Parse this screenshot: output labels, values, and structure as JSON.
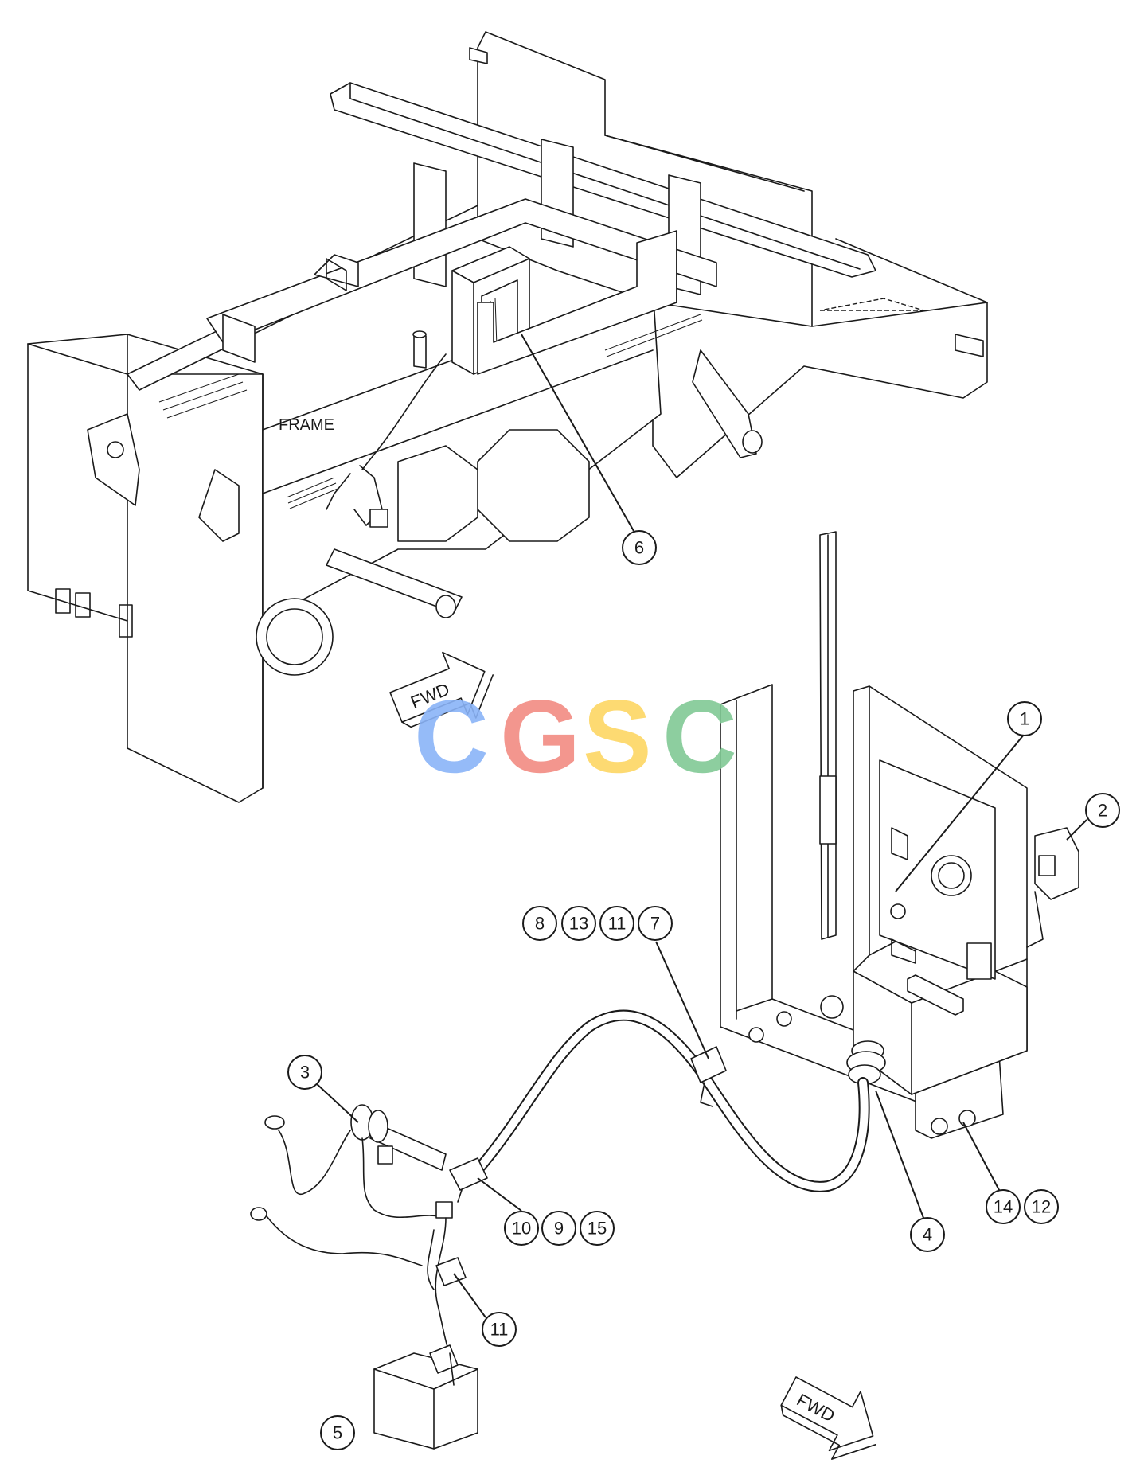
{
  "labels": {
    "frame": "FRAME",
    "fwd_top": "FWD",
    "fwd_bottom": "FWD",
    "watermark": "CGSC"
  },
  "brand_colors": {
    "watermark_c1": "#8ab4f8",
    "watermark_g": "#f28b82",
    "watermark_s": "#fdd663",
    "watermark_c2": "#81c995"
  },
  "callouts": [
    {
      "id": "c1",
      "num": "1"
    },
    {
      "id": "c2",
      "num": "2"
    },
    {
      "id": "c3",
      "num": "3"
    },
    {
      "id": "c4",
      "num": "4"
    },
    {
      "id": "c5",
      "num": "5"
    },
    {
      "id": "c6",
      "num": "6"
    },
    {
      "id": "c7",
      "num": "7"
    },
    {
      "id": "c8",
      "num": "8"
    },
    {
      "id": "c9",
      "num": "9"
    },
    {
      "id": "c10",
      "num": "10"
    },
    {
      "id": "c11a",
      "num": "11"
    },
    {
      "id": "c11b",
      "num": "11"
    },
    {
      "id": "c12",
      "num": "12"
    },
    {
      "id": "c13",
      "num": "13"
    },
    {
      "id": "c14",
      "num": "14"
    },
    {
      "id": "c15",
      "num": "15"
    }
  ]
}
